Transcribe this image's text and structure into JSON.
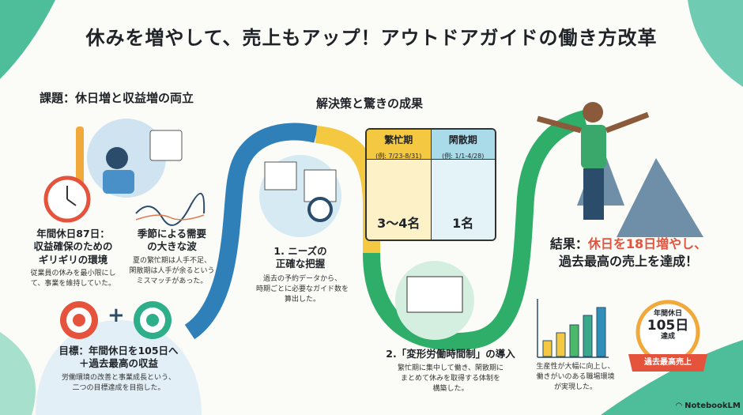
{
  "title": "休みを増やして、売上もアップ！アウトドアガイドの働き方改革",
  "challenge": {
    "heading": "課題：休日増と収益増の両立",
    "point1": {
      "title": "年間休日87日：\n収益確保のための\nギリギリの環境",
      "desc": "従業員の休みを最小限にし\nて、事業を維持していた。"
    },
    "point2": {
      "title": "季節による需要\nの大きな波",
      "desc": "夏の繁忙期は人手不足、\n閑散期は人手が余るという\nミスマッチがあった。"
    }
  },
  "goal": {
    "title": "目標：年間休日を105日へ\n＋過去最高の収益",
    "desc": "労働環境の改善と事業成長という、\n二つの目標達成を目指した。",
    "plus": "+"
  },
  "solution": {
    "heading": "解決策と驚きの成果",
    "step1": {
      "title": "1. ニーズの\n正確な把握",
      "desc": "過去の予約データから、\n時期ごとに必要なガイド数を\n算出した。"
    },
    "table": {
      "busy": {
        "label": "繁忙期",
        "period": "(例: 7/23-8/31)",
        "staff": "3〜4名",
        "color": "#f5c842"
      },
      "off": {
        "label": "閑散期",
        "period": "(例: 1/1-4/28)",
        "staff": "1名",
        "color": "#a9dbe8"
      }
    },
    "step2": {
      "title": "2.「変形労働時間制」の導入",
      "desc": "繁忙期に集中して働き、閑散期に\nまとめて休みを取得する体制を\n構築した。"
    }
  },
  "result": {
    "title_prefix": "結果：",
    "title_highlight": "休日を18日増やし、",
    "title_rest": "過去最高の売上を達成！",
    "desc": "生産性が大幅に向上し、\n働きがいのある職場環境\nが実現した。",
    "badge": {
      "top": "年間休日",
      "number": "105日",
      "bottom": "達成",
      "ribbon": "過去最高売上"
    },
    "bars": [
      1,
      1.5,
      2,
      2.6,
      3.1
    ]
  },
  "brand": "NotebookLM",
  "colors": {
    "accent": "#e5533d",
    "blue": "#2f7fb8",
    "green": "#2fae6a",
    "yellow": "#f5c842"
  }
}
